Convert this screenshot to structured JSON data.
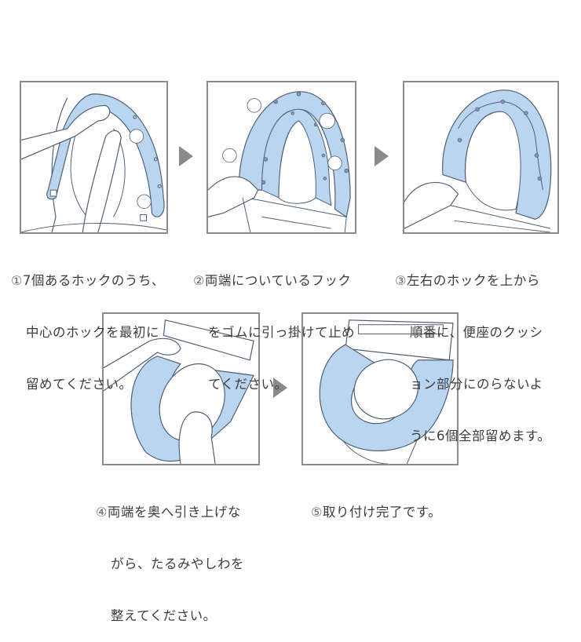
{
  "colors": {
    "cover_fill": "#b9d5f0",
    "outline": "#4f5d74",
    "panel_border": "#8c8c8c",
    "arrow": "#8a8a8a",
    "text": "#3c3c3c"
  },
  "steps": [
    {
      "number": "①",
      "lines": [
        "7個あるホックのうち、",
        "中心のホックを最初に",
        "留めてください。"
      ]
    },
    {
      "number": "②",
      "lines": [
        "両端についているフック",
        "をゴムに引っ掛けて止め",
        "てください。"
      ]
    },
    {
      "number": "③",
      "lines": [
        "左右のホックを上から",
        "順番に、便座のクッシ",
        "ョン部分にのらないよ",
        "うに6個全部留めます。"
      ]
    },
    {
      "number": "④",
      "lines": [
        "両端を奥へ引き上げな",
        "がら、たるみやしわを",
        "整えてください。"
      ]
    },
    {
      "number": "⑤",
      "lines": [
        "取り付け完了です。"
      ]
    }
  ],
  "arrows": [
    {
      "from": "step-1",
      "to": "step-2",
      "icon": "triangle-right"
    },
    {
      "from": "step-2",
      "to": "step-3",
      "icon": "triangle-right"
    },
    {
      "from": "step-4",
      "to": "step-5",
      "icon": "triangle-right"
    }
  ]
}
